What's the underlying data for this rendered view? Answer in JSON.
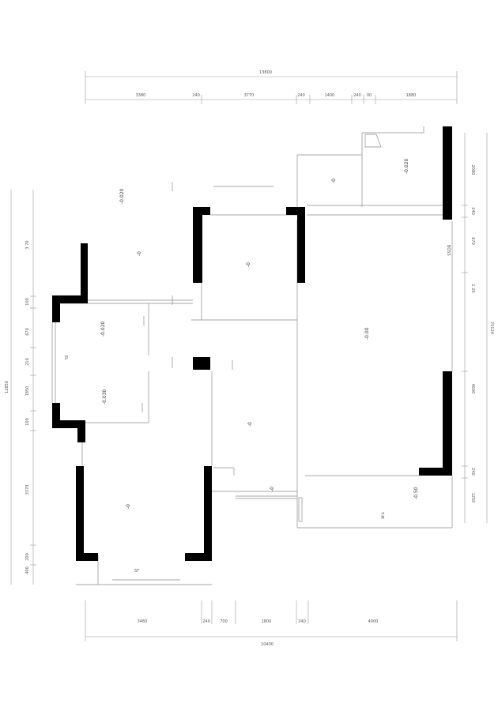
{
  "dimensions": {
    "top_total": "13800",
    "top_segments": [
      "3380",
      "240",
      "3770",
      "240",
      "1400",
      "240",
      "00",
      "1880"
    ],
    "bottom_total": "10400",
    "bottom_segments": [
      "3460",
      "240",
      "700",
      "1800",
      "240",
      "4000"
    ],
    "left_total": "12850",
    "left_segments": [
      "3 70",
      "100",
      "670",
      "210",
      "1850",
      "100",
      "3370",
      "200",
      "400"
    ],
    "right_total": "25124",
    "right_segments": [
      "2080",
      "240",
      "670",
      "1 20",
      "4600",
      "240",
      "1250"
    ]
  },
  "room_levels": [
    "-0.020",
    "-0",
    "-0.020",
    "-0",
    "-0",
    "-0.020",
    "-0.00",
    "-0.030",
    "-0",
    "-0",
    "-0.50",
    "-0"
  ],
  "annotations": [
    "BOSS",
    "EL",
    "ST",
    "T-M"
  ],
  "colors": {
    "wall": "#000000",
    "line": "#8a8a8a",
    "text": "#555555"
  }
}
